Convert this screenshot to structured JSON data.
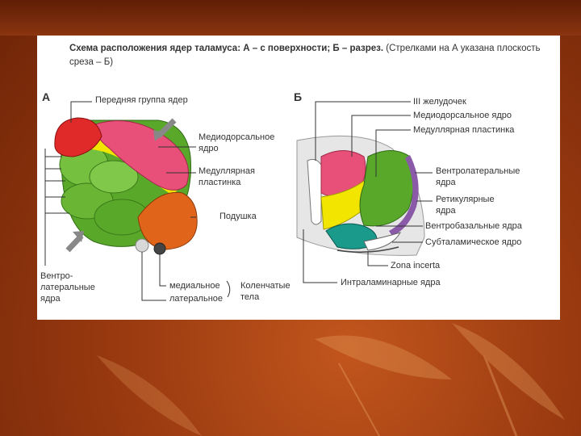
{
  "caption": {
    "bold_text": "Схема расположения ядер таламуса: А – с поверхности; Б – разрез.",
    "normal_text": " (Стрелками на А указана плоскость среза – Б)"
  },
  "panel_a": {
    "letter": "А",
    "labels": {
      "anterior": "Передняя группа ядер",
      "mediodorsal_1": "Медиодорсальное",
      "mediodorsal_2": "ядро",
      "medullary_1": "Медуллярная",
      "medullary_2": "пластинка",
      "pulvinar": "Подушка",
      "ventrolateral_1": "Вентро-",
      "ventrolateral_2": "латеральные",
      "ventrolateral_3": "ядра",
      "medial": "медиальное",
      "lateral": "латеральное",
      "geniculate_1": "Коленчатые",
      "geniculate_2": "тела"
    }
  },
  "panel_b": {
    "letter": "Б",
    "labels": {
      "third_ventricle": "III желудочек",
      "mediodorsal": "Медиодорсальное ядро",
      "medullary": "Медуллярная пластинка",
      "ventrolateral_1": "Вентролатеральные",
      "ventrolateral_2": "ядра",
      "reticular_1": "Ретикулярные",
      "reticular_2": "ядра",
      "ventrobasal": "Вентробазальные ядра",
      "subthalamic": "Субталамическое ядро",
      "zona_incerta": "Zona incerta",
      "intralaminar": "Интраламинарные ядра"
    }
  },
  "colors": {
    "red": "#e02a2a",
    "pink": "#e8507a",
    "yellow": "#f2e600",
    "green": "#5aa82a",
    "orange": "#e0651a",
    "teal": "#1a9a8a",
    "purple": "#8a5aa8"
  }
}
